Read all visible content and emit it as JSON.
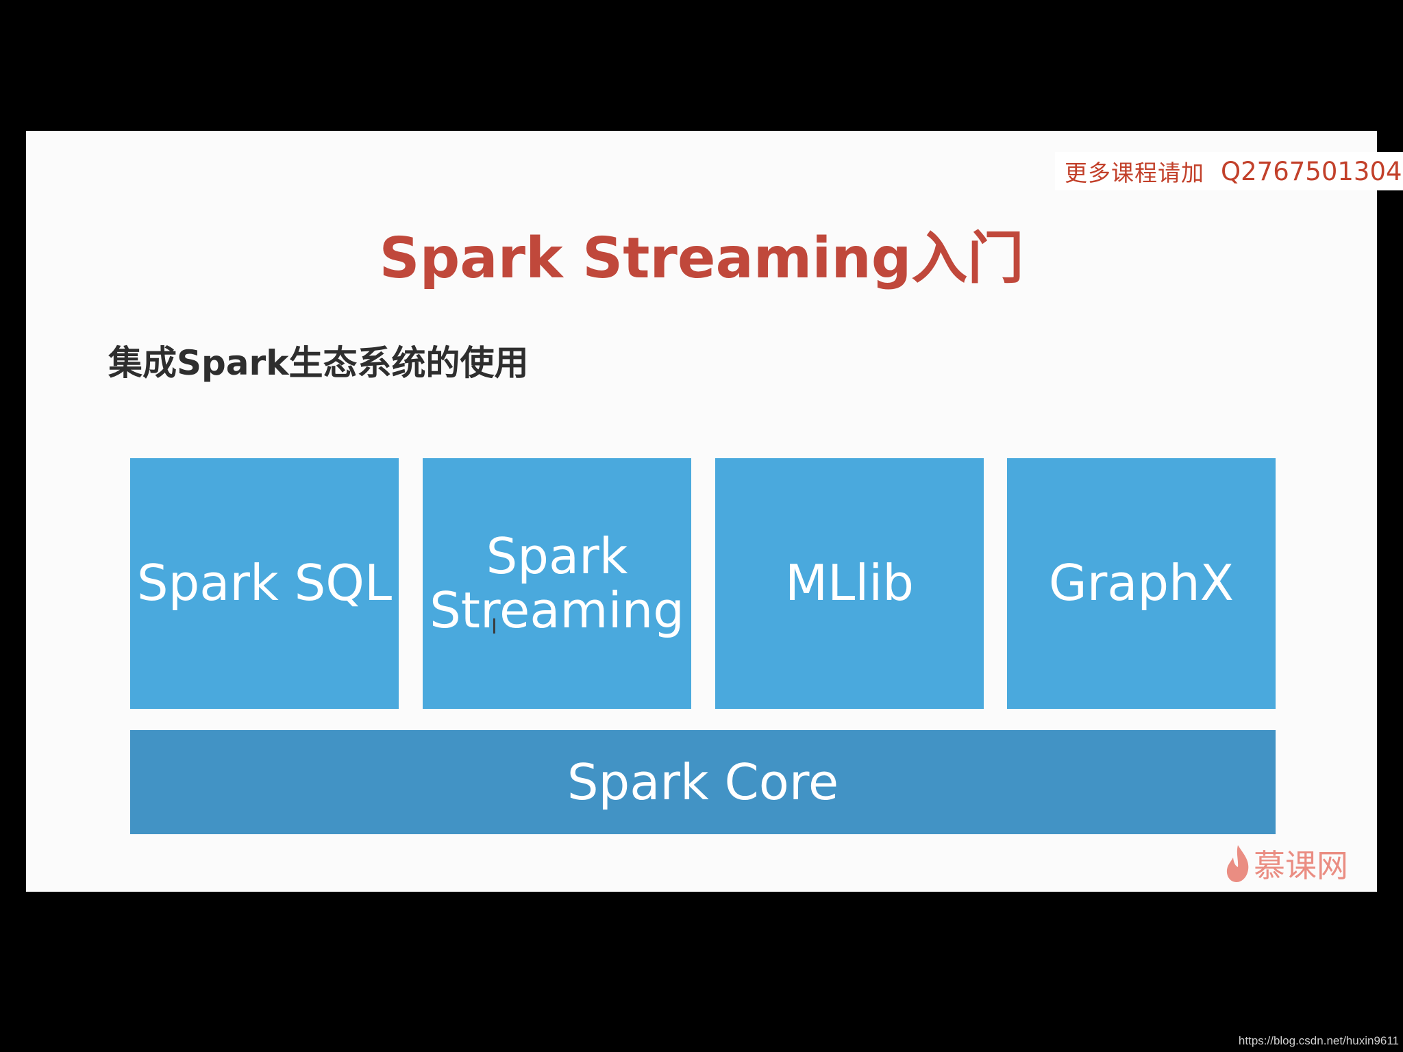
{
  "watermark": {
    "text_cn": "更多课程请加",
    "text_qq": "Q2767501304"
  },
  "slide": {
    "title": "Spark Streaming入门",
    "subtitle": "集成Spark生态系统的使用"
  },
  "diagram": {
    "modules": [
      {
        "line1": "Spark SQL",
        "line2": ""
      },
      {
        "line1": "Spark",
        "line2": "Streaming"
      },
      {
        "line1": "MLlib",
        "line2": ""
      },
      {
        "line1": "GraphX",
        "line2": ""
      }
    ],
    "core_label": "Spark Core"
  },
  "logo": {
    "icon": "flame-icon",
    "text": "慕课网"
  },
  "footer": {
    "source_url": "https://blog.csdn.net/huxin9611"
  },
  "colors": {
    "module_blue": "#4aa9dd",
    "core_blue": "#4293c5",
    "title_red": "#c0483b",
    "watermark_red": "#c2402a"
  }
}
